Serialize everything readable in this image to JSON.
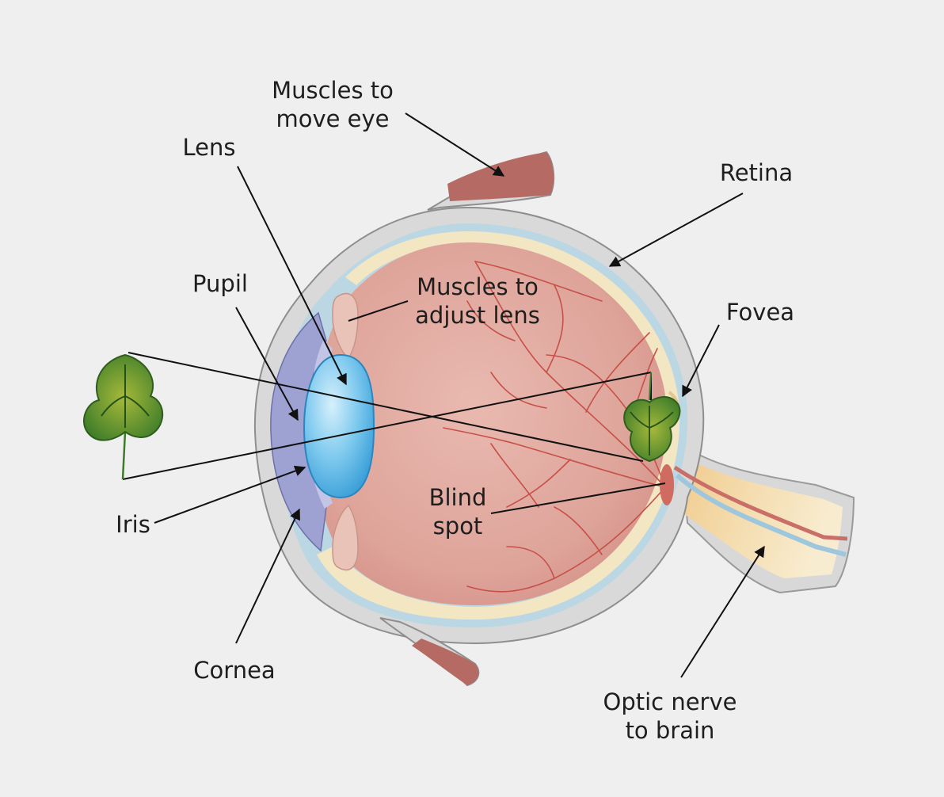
{
  "labels": {
    "muscles_move_eye": [
      "Muscles to",
      "move eye"
    ],
    "lens": "Lens",
    "retina": "Retina",
    "pupil": "Pupil",
    "muscles_adjust_lens": [
      "Muscles to",
      "adjust lens"
    ],
    "fovea": "Fovea",
    "iris": "Iris",
    "blind_spot": [
      "Blind",
      "spot"
    ],
    "cornea": "Cornea",
    "optic_nerve": [
      "Optic nerve",
      "to brain"
    ]
  },
  "colors": {
    "background": "#efefef",
    "sclera": "#d8d8d8",
    "choroid": "#bcd7e4",
    "retina_layer": "#f3e6c3",
    "vitreous": "#e0a9a0",
    "lens": "#5cb9e8",
    "iris": "#8c8fc6",
    "blood_vessel": "#c75048",
    "muscle": "#b56a64",
    "leaf": "#4f8c2c",
    "optic_nerve": "#f2ddb0",
    "leader_line": "#111111"
  },
  "icons": {
    "object": "leaf-icon",
    "retinal_image": "inverted-leaf-icon"
  }
}
